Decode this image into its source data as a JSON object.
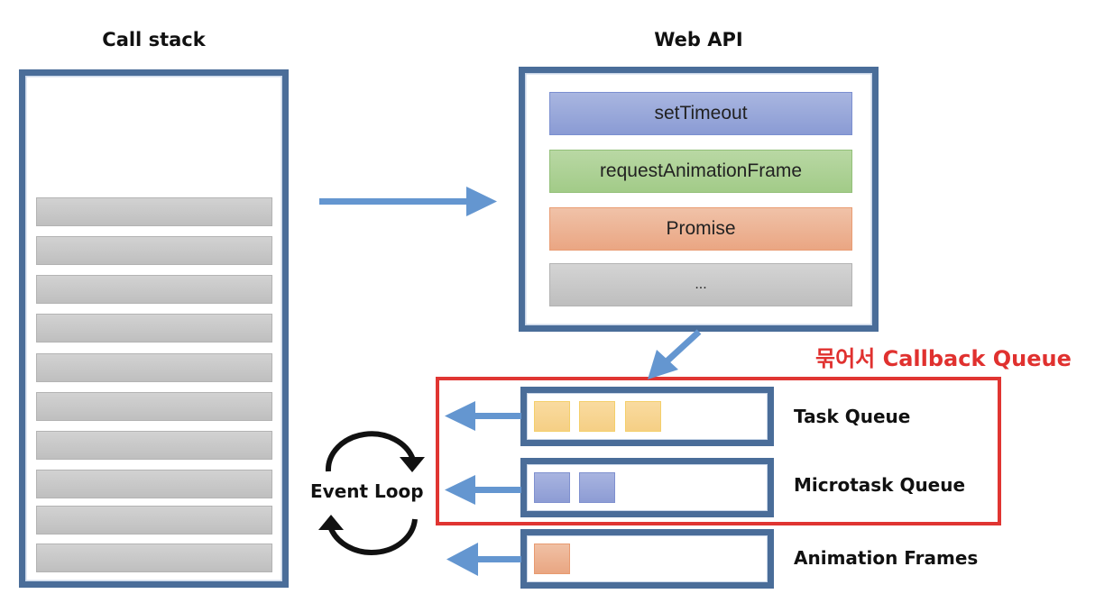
{
  "call_stack": {
    "title": "Call stack",
    "slot_count": 10
  },
  "web_api": {
    "title": "Web API",
    "items": [
      {
        "label": "setTimeout",
        "color": "#95a6da"
      },
      {
        "label": "requestAnimationFrame",
        "color": "#aed296"
      },
      {
        "label": "Promise",
        "color": "#edb393"
      },
      {
        "label": "...",
        "color": "#c8c8c8"
      }
    ]
  },
  "callback_queue": {
    "group_label": "묶어서 Callback Queue",
    "group_color": "#e03532",
    "queues": [
      {
        "label": "Task Queue",
        "item_count": 3,
        "item_color": "#f6d38f"
      },
      {
        "label": "Microtask Queue",
        "item_count": 2,
        "item_color": "#97a6d8"
      },
      {
        "label": "Animation Frames",
        "item_count": 1,
        "item_color": "#ecb08f"
      }
    ]
  },
  "event_loop": {
    "label": "Event Loop"
  },
  "colors": {
    "box_border": "#4a6d99",
    "arrow": "#6496d0"
  }
}
